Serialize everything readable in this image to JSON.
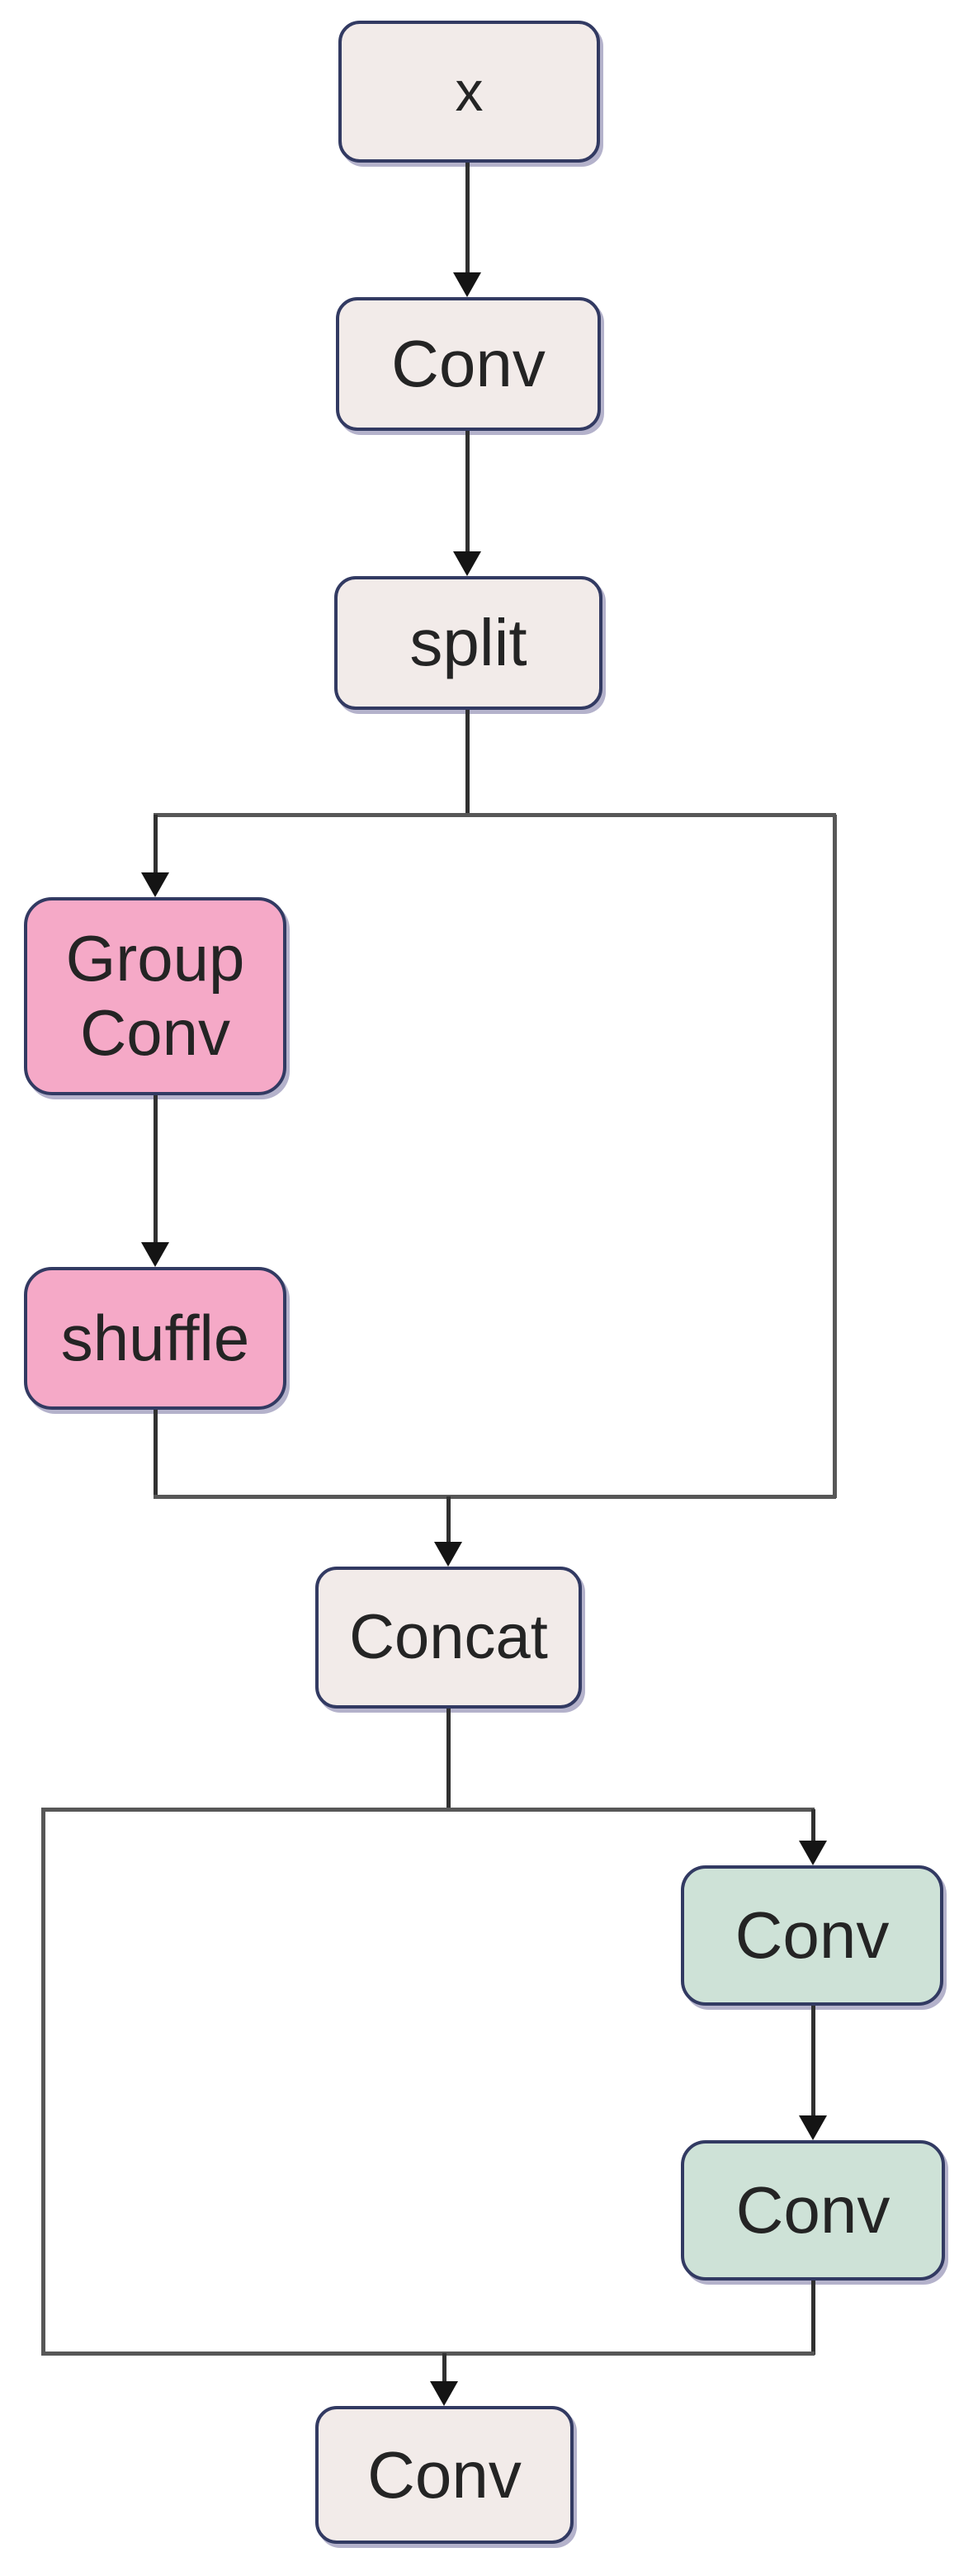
{
  "diagram": {
    "type": "flowchart",
    "description": "Convolution block diagram: input x through Conv and split; left branch Group Conv then shuffle with right skip connection; Concat; second split with right branch of two Conv layers and left skip connection; final Conv output.",
    "colors": {
      "background": "#ffffff",
      "border": "#323a62",
      "node_default": "#f2ebe9",
      "node_pink": "#f5a9c7",
      "node_green": "#cee2d7",
      "line": "#575757",
      "arrow": "#303030",
      "arrowhead": "#141414",
      "text": "#242424"
    },
    "nodes": [
      {
        "id": "input",
        "label": "x",
        "color_key": "node_default"
      },
      {
        "id": "conv_top",
        "label": "Conv",
        "color_key": "node_default"
      },
      {
        "id": "split",
        "label": "split",
        "color_key": "node_default"
      },
      {
        "id": "group_conv",
        "label": "Group Conv",
        "color_key": "node_pink"
      },
      {
        "id": "shuffle",
        "label": "shuffle",
        "color_key": "node_pink"
      },
      {
        "id": "concat",
        "label": "Concat",
        "color_key": "node_default"
      },
      {
        "id": "conv_branch_1",
        "label": "Conv",
        "color_key": "node_green"
      },
      {
        "id": "conv_branch_2",
        "label": "Conv",
        "color_key": "node_green"
      },
      {
        "id": "conv_out",
        "label": "Conv",
        "color_key": "node_default"
      }
    ],
    "edges": [
      "x -> Conv",
      "Conv -> split",
      "split -> Group Conv",
      "split -> skip (right)",
      "Group Conv -> shuffle",
      "shuffle -> Concat",
      "skip (right) -> Concat",
      "Concat -> Conv (branch)",
      "Concat -> skip (left)",
      "Conv (branch) -> Conv (branch 2)",
      "Conv (branch 2) -> Conv (output)",
      "skip (left) -> Conv (output)"
    ]
  }
}
